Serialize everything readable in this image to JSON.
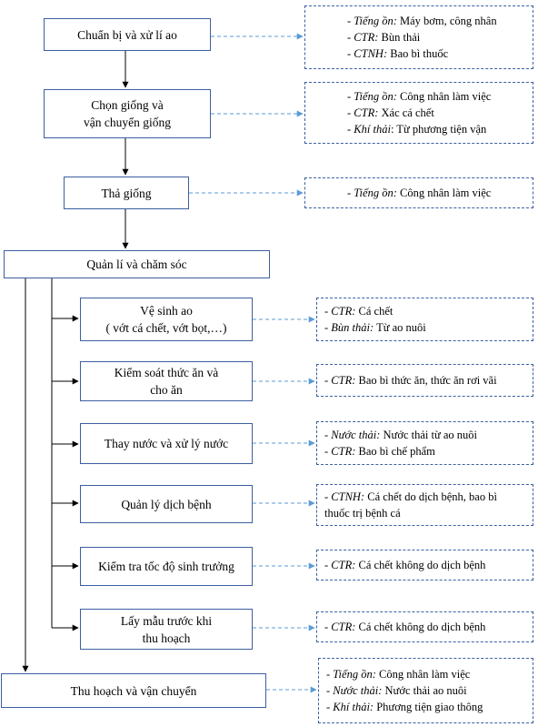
{
  "steps": {
    "s1": {
      "label": "Chuẩn bị và xử lí ao"
    },
    "s2": {
      "label1": "Chọn giống và",
      "label2": "vận chuyển giống"
    },
    "s3": {
      "label": "Thả giống"
    },
    "s4": {
      "label": "Quản lí và chăm sóc"
    },
    "sub1": {
      "label1": "Vệ sinh ao",
      "label2": "( vớt cá chết, vớt bọt,…)"
    },
    "sub2": {
      "label1": "Kiểm soát thức ăn và",
      "label2": "cho ăn"
    },
    "sub3": {
      "label": "Thay nước và xử lý nước"
    },
    "sub4": {
      "label": "Quản lý dịch bệnh"
    },
    "sub5": {
      "label": "Kiểm tra tốc độ sinh trưởng"
    },
    "sub6": {
      "label1": "Lấy mẫu trước khi",
      "label2": "thu hoạch"
    },
    "s5": {
      "label": "Thu hoạch và vận chuyển"
    }
  },
  "outputs": {
    "o1": [
      {
        "cat": "Tiếng ồn:",
        "text": " Máy bơm, công nhân"
      },
      {
        "cat": "CTR:",
        "text": " Bùn thải"
      },
      {
        "cat": "CTNH:",
        "text": " Bao bì thuốc"
      }
    ],
    "o2": [
      {
        "cat": "Tiếng ồn:",
        "text": " Công nhân làm việc"
      },
      {
        "cat": "CTR:",
        "text": " Xác cá chết"
      },
      {
        "cat": "Khí thải",
        "text": ": Từ phương tiện vận"
      }
    ],
    "o3": [
      {
        "cat": "Tiếng ồn:",
        "text": " Công nhân làm việc"
      }
    ],
    "o4": [
      {
        "cat": "CTR:",
        "text": " Cá chết"
      },
      {
        "cat": "Bùn thải:",
        "text": " Từ ao nuôi"
      }
    ],
    "o5": [
      {
        "cat": "CTR:",
        "text": " Bao bì thức ăn, thức ăn rơi vãi"
      }
    ],
    "o6": [
      {
        "cat": "Nước thải:",
        "text": " Nước thải từ ao nuôi"
      },
      {
        "cat": "CTR:",
        "text": " Bao bì chế phẩm"
      }
    ],
    "o7": [
      {
        "cat": "CTNH:",
        "text": " Cá chết do dịch bệnh, bao bì"
      },
      {
        "cat": "",
        "text": "thuốc trị bệnh cá"
      }
    ],
    "o8": [
      {
        "cat": "CTR:",
        "text": " Cá chết không do dịch bệnh"
      }
    ],
    "o9": [
      {
        "cat": "CTR:",
        "text": " Cá chết không do dịch bệnh"
      }
    ],
    "o10": [
      {
        "cat": "Tiếng ồn:",
        "text": " Công nhân làm việc"
      },
      {
        "cat": "Nước thải:",
        "text": " Nước thải ao nuôi"
      },
      {
        "cat": "Khí thải:",
        "text": " Phương tiện giao thông"
      }
    ]
  },
  "colors": {
    "box_border": "#3c5fa0",
    "dashed_arrow": "#5b9bd5",
    "solid_arrow": "#000000"
  }
}
